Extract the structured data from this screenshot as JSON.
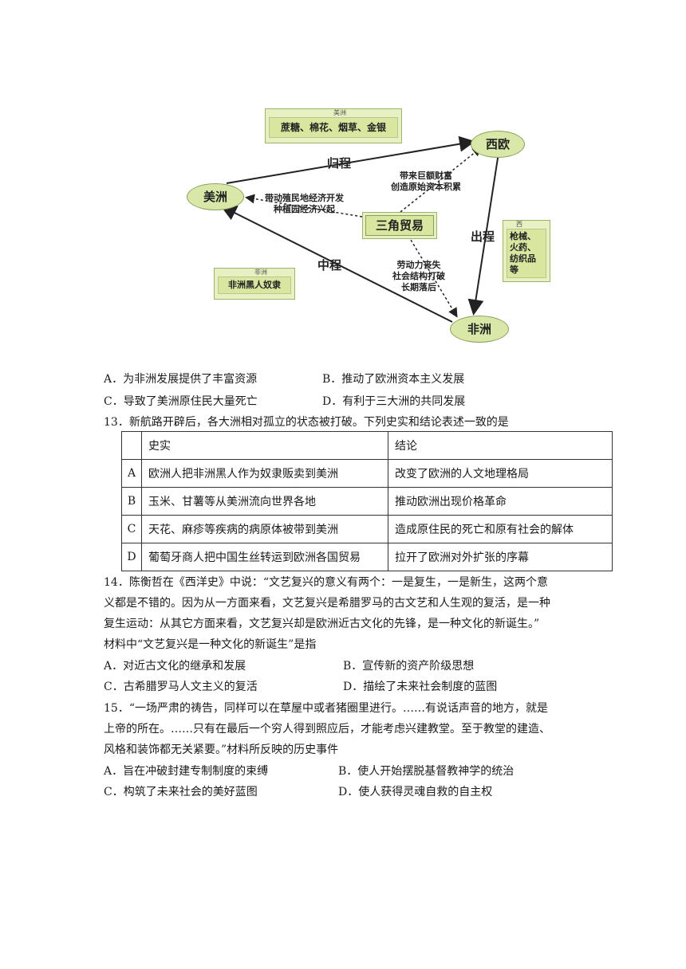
{
  "diagram": {
    "node_west_europe": "西欧",
    "node_america": "美洲",
    "node_africa": "非洲",
    "center": "三角贸易",
    "edge_return": "归程",
    "edge_middle": "中程",
    "edge_out": "出程",
    "box_america_header": "美洲",
    "box_america_body": "蔗糖、棉花、烟草、金银",
    "box_west_header": "西",
    "box_west_body": [
      "枪械、",
      "火药、",
      "纺织品",
      "等"
    ],
    "box_africa_header": "非洲",
    "box_africa_body": "非洲黑人奴隶",
    "note_europe": [
      "带来巨额财富",
      "创造原始资本积累"
    ],
    "note_america": [
      "带动殖民地经济开发",
      "种植园经济兴起"
    ],
    "note_africa": [
      "劳动力丧失",
      "社会结构打破",
      "长期落后"
    ]
  },
  "q12_options": {
    "a": "A．为非洲发展提供了丰富资源",
    "b": "B．推动了欧洲资本主义发展",
    "c": "C．导致了美洲原住民大量死亡",
    "d": "D．有利于三大洲的共同发展"
  },
  "q13": {
    "stem": "13．新航路开辟后，各大洲相对孤立的状态被打破。下列史实和结论表述一致的是",
    "header": [
      "",
      "史实",
      "结论"
    ],
    "rows": [
      [
        "A",
        "欧洲人把非洲黑人作为奴隶贩卖到美洲",
        "改变了欧洲的人文地理格局"
      ],
      [
        "B",
        "玉米、甘薯等从美洲流向世界各地",
        "推动欧洲出现价格革命"
      ],
      [
        "C",
        "天花、麻疹等疾病的病原体被带到美洲",
        "造成原住民的死亡和原有社会的解体"
      ],
      [
        "D",
        "葡萄牙商人把中国生丝转运到欧洲各国贸易",
        "拉开了欧洲对外扩张的序幕"
      ]
    ]
  },
  "q14": {
    "lines": [
      "14．陈衡哲在《西洋史》中说：“文艺复兴的意义有两个：一是复生，一是新生，这两个意",
      "义都是不错的。因为从一方面来看，文艺复兴是希腊罗马的古文艺和人生观的复活，是一种",
      "复生运动：从其它方面来看，文艺复兴却是欧洲近古文化的先锋，是一种文化的新诞生。”",
      "材料中“文艺复兴是一种文化的新诞生”是指"
    ],
    "a": "A．对近古文化的继承和发展",
    "b": "B．宣传新的资产阶级思想",
    "c": "C．古希腊罗马人文主义的复活",
    "d": "D．描绘了未来社会制度的蓝图"
  },
  "q15": {
    "lines": [
      "15．“一场严肃的祷告，同样可以在草屋中或者猪圈里进行。……有说话声音的地方，就是",
      "上帝的所在。……只有在最后一个穷人得到照应后，才能考虑兴建教堂。至于教堂的建造、",
      "风格和装饰都无关紧要。”材料所反映的历史事件"
    ],
    "a": "A．旨在冲破封建专制制度的束缚",
    "b": "B．使人开始摆脱基督教神学的统治",
    "c": "C．构筑了未来社会的美好蓝图",
    "d": "D．使人获得灵魂自救的自主权"
  }
}
